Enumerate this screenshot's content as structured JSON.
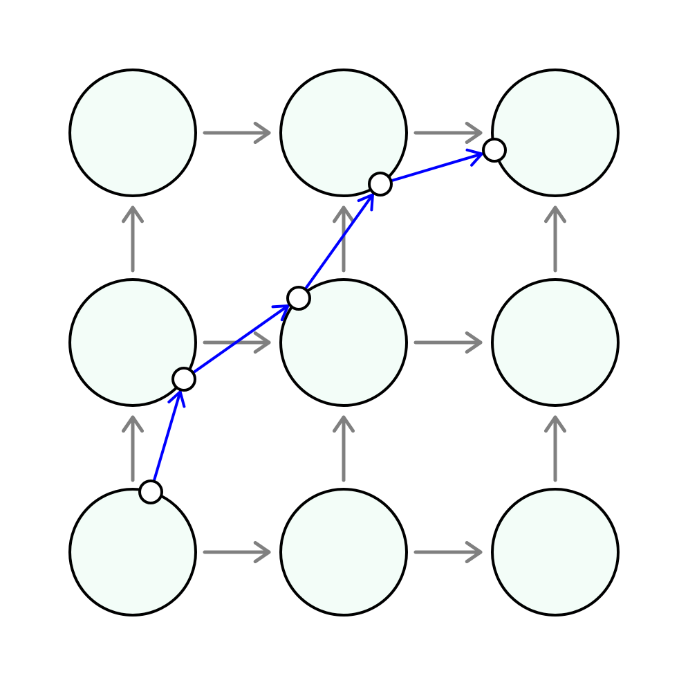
{
  "colors": {
    "background": "#ffffff",
    "node_fill": "#f3fdf8",
    "node_stroke": "#000000",
    "grid_arrow": "#808080",
    "path_arrow": "#0000ff",
    "path_point_fill": "#ffffff"
  },
  "grid": {
    "rows": 3,
    "cols": 3,
    "nodes": [
      {
        "id": "n-0-0",
        "row": 0,
        "col": 0
      },
      {
        "id": "n-0-1",
        "row": 0,
        "col": 1
      },
      {
        "id": "n-0-2",
        "row": 0,
        "col": 2
      },
      {
        "id": "n-1-0",
        "row": 1,
        "col": 0
      },
      {
        "id": "n-1-1",
        "row": 1,
        "col": 1
      },
      {
        "id": "n-1-2",
        "row": 1,
        "col": 2
      },
      {
        "id": "n-2-0",
        "row": 2,
        "col": 0
      },
      {
        "id": "n-2-1",
        "row": 2,
        "col": 1
      },
      {
        "id": "n-2-2",
        "row": 2,
        "col": 2
      }
    ],
    "edges": [
      {
        "from": "n-0-0",
        "to": "n-0-1"
      },
      {
        "from": "n-0-1",
        "to": "n-0-2"
      },
      {
        "from": "n-1-0",
        "to": "n-1-1"
      },
      {
        "from": "n-1-1",
        "to": "n-1-2"
      },
      {
        "from": "n-2-0",
        "to": "n-2-1"
      },
      {
        "from": "n-2-1",
        "to": "n-2-2"
      },
      {
        "from": "n-1-0",
        "to": "n-0-0"
      },
      {
        "from": "n-2-0",
        "to": "n-1-0"
      },
      {
        "from": "n-1-1",
        "to": "n-0-1"
      },
      {
        "from": "n-2-1",
        "to": "n-1-1"
      },
      {
        "from": "n-1-2",
        "to": "n-0-2"
      },
      {
        "from": "n-2-2",
        "to": "n-1-2"
      }
    ]
  },
  "path": {
    "node_sequence": [
      "n-2-0",
      "n-1-0",
      "n-1-1",
      "n-0-1",
      "n-0-2"
    ]
  }
}
